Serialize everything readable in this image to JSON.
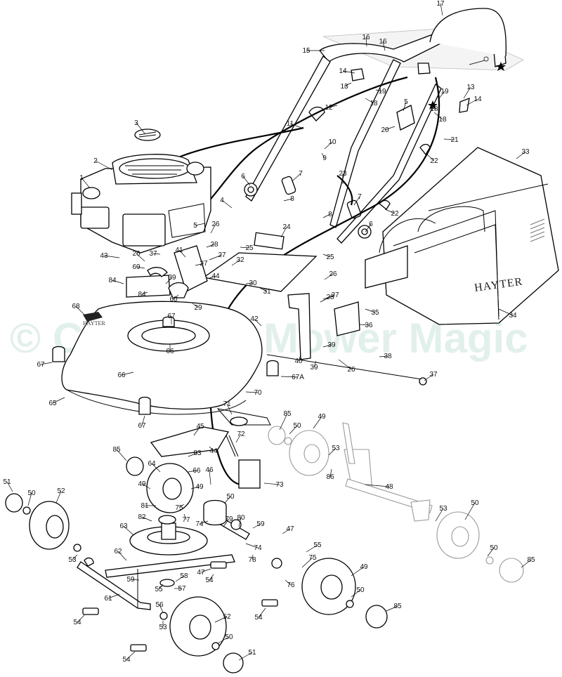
{
  "watermark": "© Copyright Mower Magic",
  "brand_mark": "HAYTER",
  "grass_bag_brand": "HAYTER",
  "callouts": [
    "1",
    "2",
    "3",
    "4",
    "5",
    "6",
    "7",
    "8",
    "9",
    "10",
    "11",
    "12",
    "13",
    "14",
    "15",
    "16",
    "17",
    "18",
    "19",
    "20",
    "21",
    "22",
    "23",
    "24",
    "25",
    "26",
    "27",
    "28",
    "29",
    "30",
    "31",
    "32",
    "33",
    "34",
    "35",
    "36",
    "37",
    "38",
    "39",
    "40",
    "41",
    "42",
    "43",
    "44",
    "45",
    "46",
    "47",
    "48",
    "49",
    "50",
    "51",
    "52",
    "53",
    "54",
    "55",
    "56",
    "57",
    "58",
    "59",
    "60",
    "61",
    "62",
    "63",
    "64",
    "65",
    "66",
    "67",
    "67A",
    "68",
    "69",
    "70",
    "71",
    "72",
    "73",
    "74",
    "75",
    "76",
    "77",
    "78",
    "79",
    "80",
    "81",
    "82",
    "83",
    "84",
    "85",
    "86"
  ]
}
